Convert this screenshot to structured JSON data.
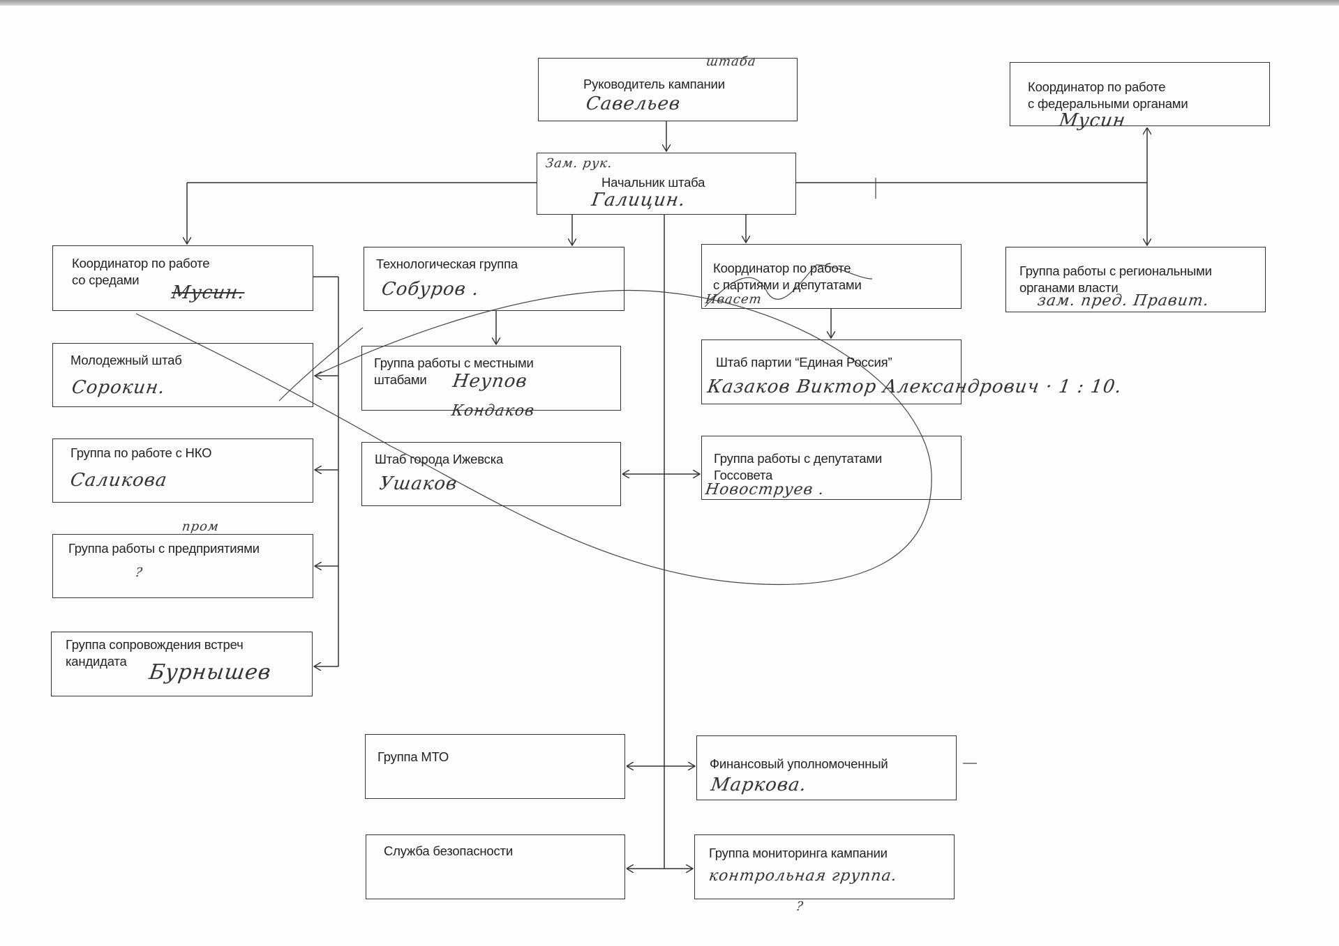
{
  "boxes": [
    {
      "label": "Руководитель кампании",
      "handwriting": "Савельев",
      "note": "штаба"
    },
    {
      "label": "Координатор по работе\nс федеральными органами",
      "handwriting": "Мусин"
    },
    {
      "label": "Начальник штаба",
      "handwriting": "Галицин.",
      "note": "Зам. рук."
    },
    {
      "label": "Координатор по работе\nсо средами",
      "handwriting": "Мусин."
    },
    {
      "label": "Технологическая группа",
      "handwriting": "Собуров ."
    },
    {
      "label": "Координатор по работе\nс партиями и депутатами",
      "handwriting": "Ивасет"
    },
    {
      "label": "Группа работы  с региональными\nорганами власти",
      "handwriting": "зам. пред. Правит."
    },
    {
      "label": "Молодежный штаб",
      "handwriting": "Сорокин."
    },
    {
      "label": "Группа работы  с местными\nштабами",
      "handwriting": "Неупов",
      "note": "Кондаков"
    },
    {
      "label": "Штаб партии “Единая Россия”",
      "handwriting": "Казаков Виктор Александрович · 1 : 10."
    },
    {
      "label": "Группа по работе с НКО",
      "handwriting": "Саликова"
    },
    {
      "label": "Штаб города Ижевска",
      "handwriting": "Ушаков"
    },
    {
      "label": "Группа работы  с депутатами\nГоссовета",
      "handwriting": "Новоструев ."
    },
    {
      "label": "Группа работы  с предприятиями",
      "handwriting": "?",
      "note": "пром"
    },
    {
      "label": "Группа сопровождения встреч\nкандидата",
      "handwriting": "Бурнышев"
    },
    {
      "label": "Группа МТО"
    },
    {
      "label": "Финансовый уполномоченный",
      "handwriting": "Маркова."
    },
    {
      "label": "Служба безопасности"
    },
    {
      "label": "Группа мониторинга кампании",
      "handwriting": "контрольная группа.",
      "note": "?"
    }
  ],
  "colors": {
    "line": "#333333",
    "paper": "#fdfdfd",
    "ink": "#333333"
  }
}
